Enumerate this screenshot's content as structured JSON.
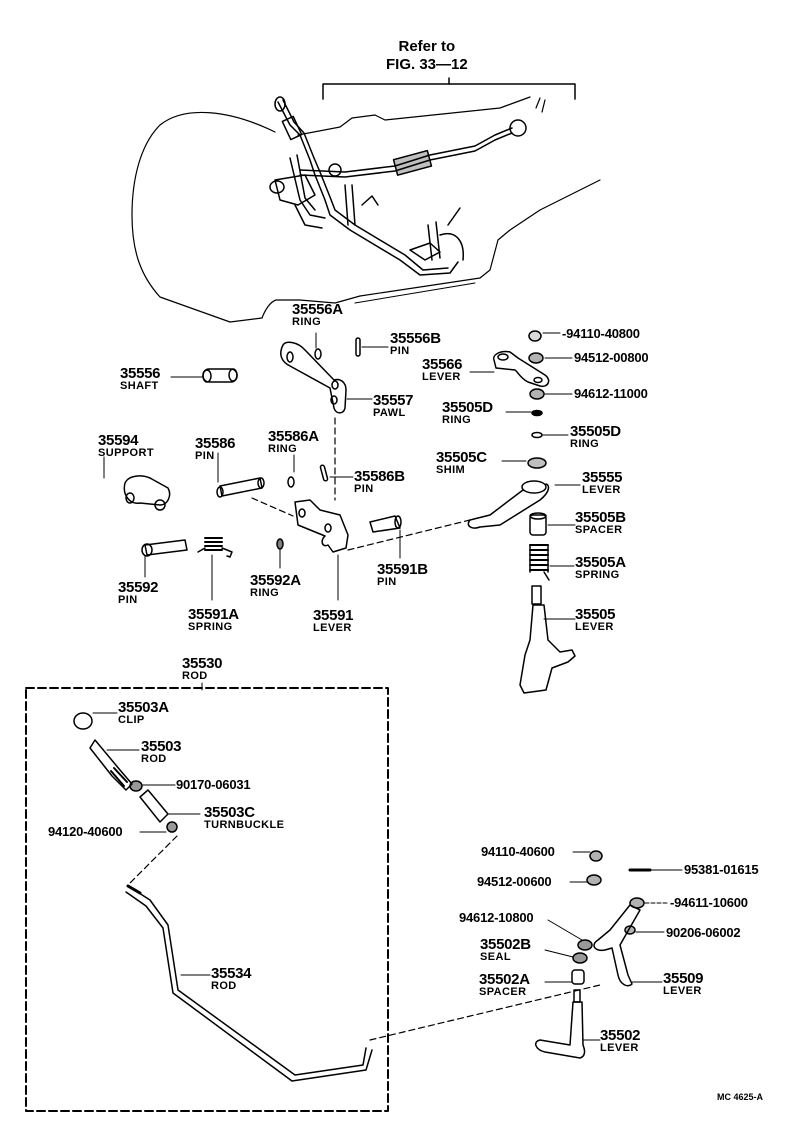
{
  "figure": {
    "reference_line1": "Refer to",
    "reference_line2": "FIG. 33—12",
    "figure_code": "MC 4625-A",
    "group": {
      "number": "35530",
      "name": "ROD"
    }
  },
  "parts": {
    "p35556A": {
      "number": "35556A",
      "name": "RING"
    },
    "p35556B": {
      "number": "35556B",
      "name": "PIN"
    },
    "p35556": {
      "number": "35556",
      "name": "SHAFT"
    },
    "p35557": {
      "number": "35557",
      "name": "PAWL"
    },
    "p35566": {
      "number": "35566",
      "name": "LEVER"
    },
    "p35505D_1": {
      "number": "35505D",
      "name": "RING"
    },
    "p35505D_2": {
      "number": "35505D",
      "name": "RING"
    },
    "p35505C": {
      "number": "35505C",
      "name": "SHIM"
    },
    "p35555": {
      "number": "35555",
      "name": "LEVER"
    },
    "p35505B": {
      "number": "35505B",
      "name": "SPACER"
    },
    "p35505A": {
      "number": "35505A",
      "name": "SPRING"
    },
    "p35505": {
      "number": "35505",
      "name": "LEVER"
    },
    "p35594": {
      "number": "35594",
      "name": "SUPPORT"
    },
    "p35586": {
      "number": "35586",
      "name": "PIN"
    },
    "p35586A": {
      "number": "35586A",
      "name": "RING"
    },
    "p35586B": {
      "number": "35586B",
      "name": "PIN"
    },
    "p35592": {
      "number": "35592",
      "name": "PIN"
    },
    "p35591A": {
      "number": "35591A",
      "name": "SPRING"
    },
    "p35592A": {
      "number": "35592A",
      "name": "RING"
    },
    "p35591": {
      "number": "35591",
      "name": "LEVER"
    },
    "p35591B": {
      "number": "35591B",
      "name": "PIN"
    },
    "p35503A": {
      "number": "35503A",
      "name": "CLIP"
    },
    "p35503": {
      "number": "35503",
      "name": "ROD"
    },
    "p35503C": {
      "number": "35503C",
      "name": "TURNBUCKLE"
    },
    "p35534": {
      "number": "35534",
      "name": "ROD"
    },
    "p35502B": {
      "number": "35502B",
      "name": "SEAL"
    },
    "p35502A": {
      "number": "35502A",
      "name": "SPACER"
    },
    "p35509": {
      "number": "35509",
      "name": "LEVER"
    },
    "p35502": {
      "number": "35502",
      "name": "LEVER"
    }
  },
  "hardware": {
    "h94110_40800": "-94110-40800",
    "h94512_00800": "94512-00800",
    "h94612_11000": "94612-11000",
    "h90170_06031": "90170-06031",
    "h94120_40600": "94120-40600",
    "h94110_40600": "94110-40600",
    "h95381_01615": "95381-01615",
    "h94512_00600": "94512-00600",
    "h94611_10600": "-94611-10600",
    "h94612_10800": "94612-10800",
    "h90206_06002": "90206-06002"
  }
}
